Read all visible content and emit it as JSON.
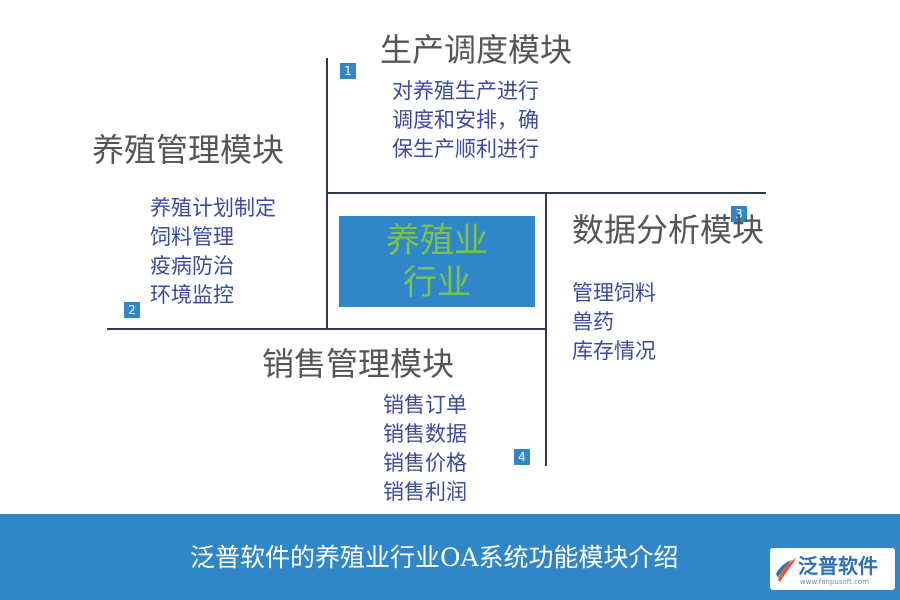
{
  "modules": {
    "production": {
      "number": "1",
      "title": "生产调度模块",
      "items": [
        "对养殖生产进行",
        "调度和安排，确",
        "保生产顺利进行"
      ]
    },
    "farming": {
      "number": "2",
      "title": "养殖管理模块",
      "items": [
        "养殖计划制定",
        "饲料管理",
        "疫病防治",
        "环境监控"
      ]
    },
    "analysis": {
      "number": "3",
      "title": "数据分析模块",
      "items": [
        "管理饲料",
        "兽药",
        "库存情况"
      ]
    },
    "sales": {
      "number": "4",
      "title": "销售管理模块",
      "items": [
        "销售订单",
        "销售数据",
        "销售价格",
        "销售利润"
      ]
    }
  },
  "center": {
    "line1": "养殖业",
    "line2": "行业"
  },
  "footer": {
    "caption": "泛普软件的养殖业行业OA系统功能模块介绍"
  },
  "logo": {
    "name": "泛普软件",
    "url": "www.fanpusoft.com"
  },
  "colors": {
    "accent_blue": "#2f86c8",
    "center_text": "#7dc24a",
    "item_text": "#3c4aa0",
    "title_text": "#555555"
  }
}
